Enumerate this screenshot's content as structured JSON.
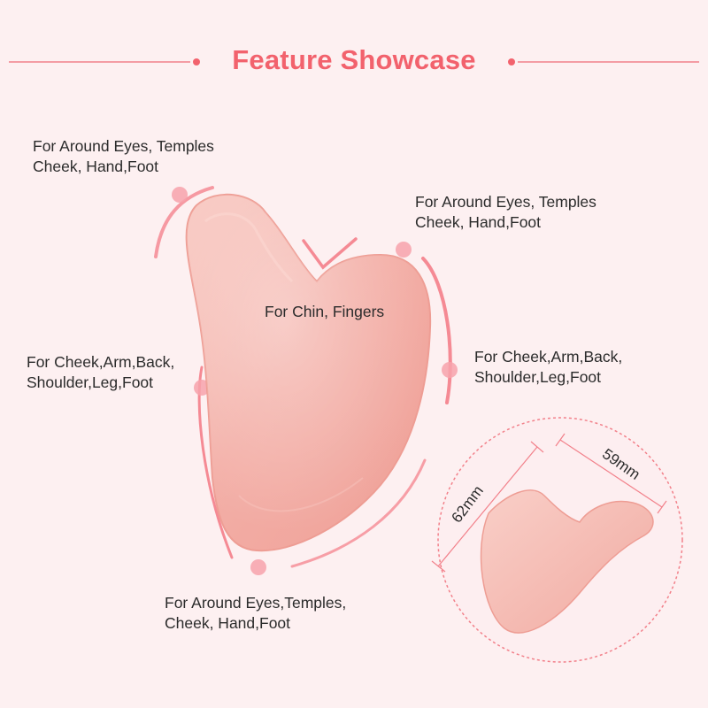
{
  "header": {
    "title": "Feature Showcase"
  },
  "annotations": {
    "top_left": {
      "line1": "For Around Eyes, Temples",
      "line2": "Cheek, Hand,Foot"
    },
    "top_right": {
      "line1": "For Around Eyes, Temples",
      "line2": "Cheek, Hand,Foot"
    },
    "center": {
      "line1": "For Chin, Fingers"
    },
    "middle_left": {
      "line1": "For Cheek,Arm,Back,",
      "line2": "Shoulder,Leg,Foot"
    },
    "middle_right": {
      "line1": "For Cheek,Arm,Back,",
      "line2": "Shoulder,Leg,Foot"
    },
    "bottom": {
      "line1": "For Around Eyes,Temples,",
      "line2": "Cheek, Hand,Foot"
    }
  },
  "dimensions": {
    "height_label": "62mm",
    "width_label": "59mm"
  },
  "colors": {
    "accent": "#f2626d",
    "background": "#fdf0f1",
    "stone": "#f4b3ad"
  }
}
